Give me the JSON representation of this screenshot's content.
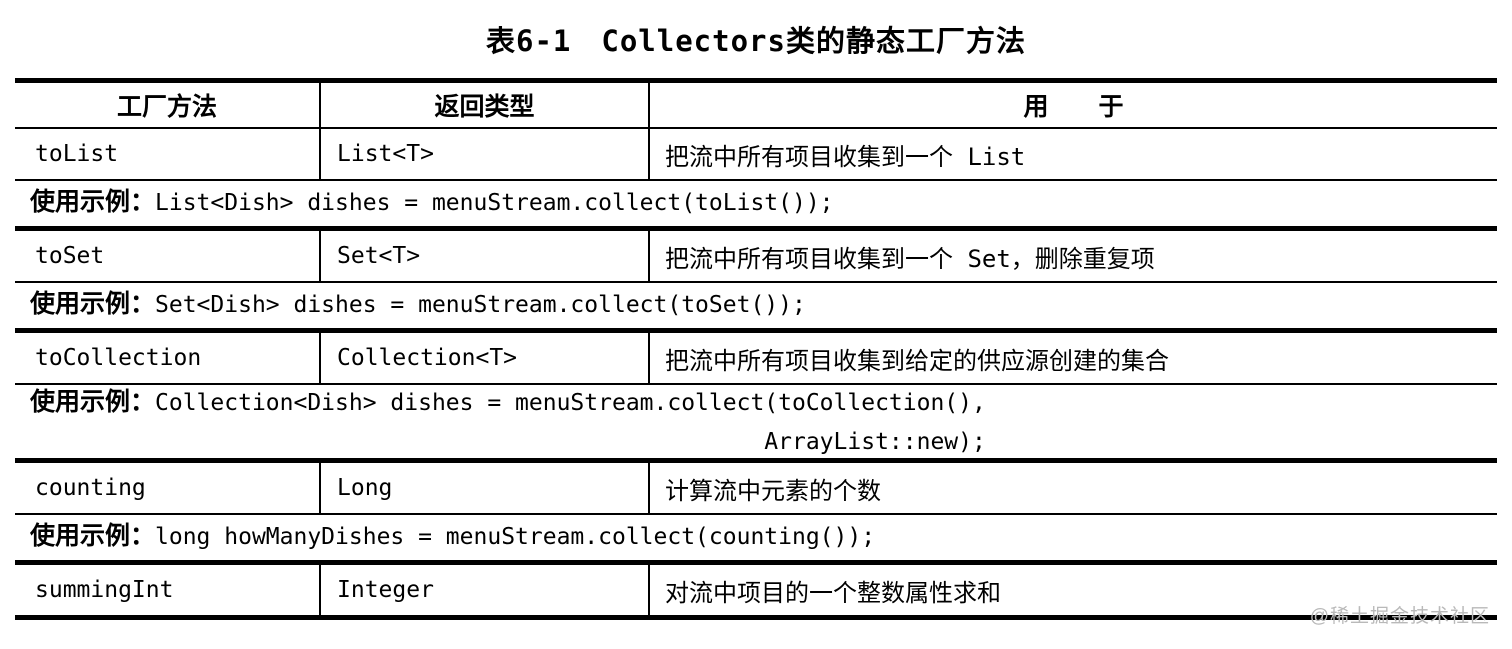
{
  "title": "表6-1　Collectors类的静态工厂方法",
  "watermark": "@稀土掘金技术社区",
  "table": {
    "header": {
      "factory_method": "工厂方法",
      "return_type": "返回类型",
      "used_for": "用　　于"
    },
    "rows": [
      {
        "method": "toList",
        "returns": "List<T>",
        "usage": "把流中所有项目收集到一个 List"
      },
      {
        "method": "toSet",
        "returns": "Set<T>",
        "usage": "把流中所有项目收集到一个 Set，删除重复项"
      },
      {
        "method": "toCollection",
        "returns": "Collection<T>",
        "usage": "把流中所有项目收集到给定的供应源创建的集合"
      },
      {
        "method": "counting",
        "returns": "Long",
        "usage": "计算流中元素的个数"
      },
      {
        "method": "summingInt",
        "returns": "Integer",
        "usage": "对流中项目的一个整数属性求和"
      }
    ],
    "examples": [
      {
        "label": "使用示例：",
        "line1": "List<Dish> dishes = menuStream.collect(toList());",
        "line2": ""
      },
      {
        "label": "使用示例：",
        "line1": "Set<Dish> dishes = menuStream.collect(toSet());",
        "line2": ""
      },
      {
        "label": "使用示例：",
        "line1": "Collection<Dish> dishes = menuStream.collect(toCollection(),",
        "line2": "ArrayList::new);"
      },
      {
        "label": "使用示例：",
        "line1": "long howManyDishes = menuStream.collect(counting());",
        "line2": ""
      }
    ]
  },
  "colors": {
    "text": "#000000",
    "border": "#000000",
    "watermark": "#b9b9b9",
    "background": "#ffffff"
  }
}
